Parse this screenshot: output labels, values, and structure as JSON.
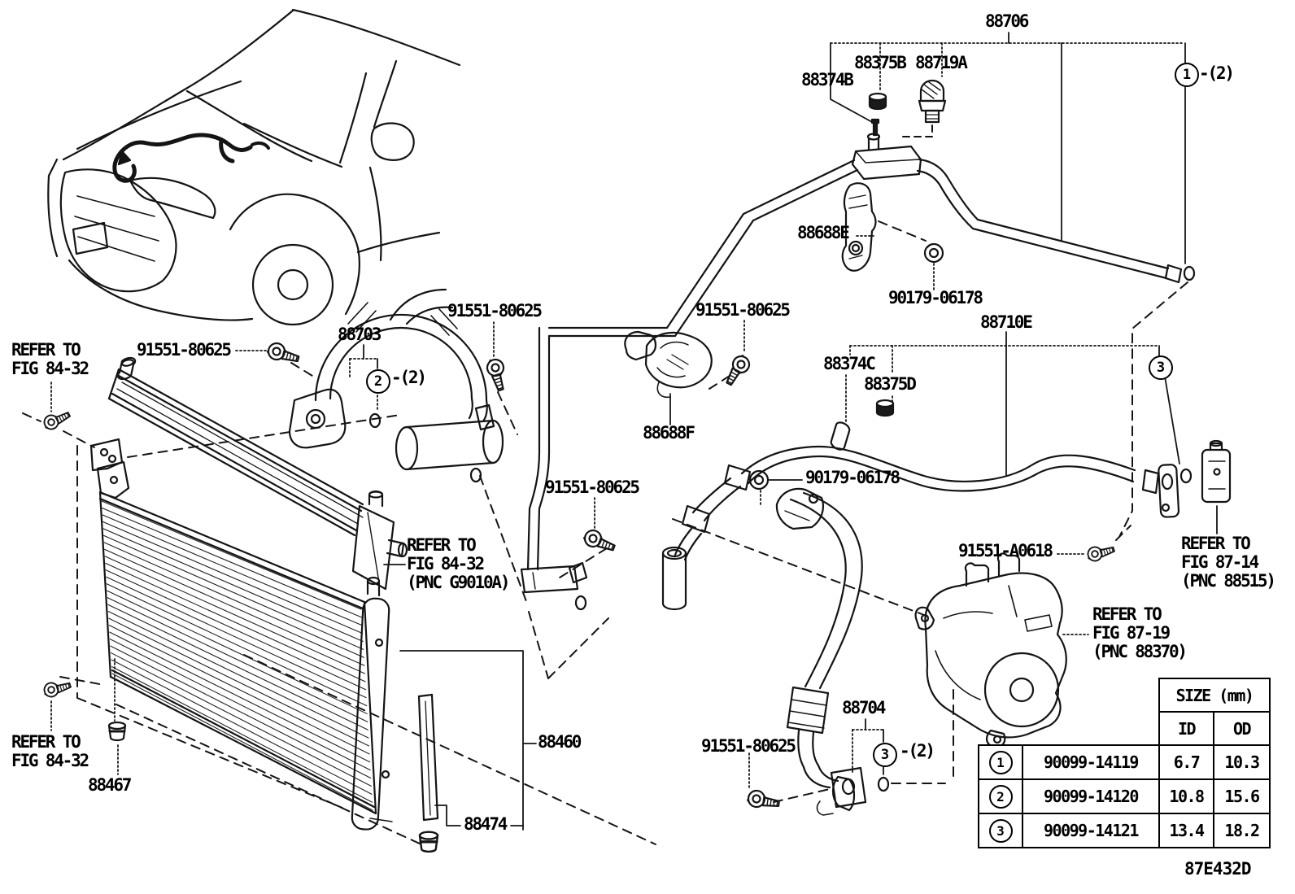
{
  "figure_code": "87E432D",
  "parts": {
    "p88706": "88706",
    "p88375B": "88375B",
    "p88719A": "88719A",
    "p88374B": "88374B",
    "p88688E": "88688E",
    "p90179": "90179-06178",
    "p88710E": "88710E",
    "p91551": "91551-80625",
    "p88703": "88703",
    "p88374C": "88374C",
    "p88375D": "88375D",
    "p88688F": "88688F",
    "p91551A": "91551-A0618",
    "p88460": "88460",
    "p88704": "88704",
    "p88467": "88467",
    "p88474": "88474"
  },
  "callouts": {
    "n1": "1",
    "n2": "2",
    "n3": "3",
    "qty2": "-(2)"
  },
  "references": {
    "top_left": [
      "REFER TO",
      "FIG 84-32"
    ],
    "bottom_left": [
      "REFER TO",
      "FIG 84-32"
    ],
    "g9010a": [
      "REFER TO",
      "FIG 84-32",
      "(PNC G9010A)"
    ],
    "fig8714": [
      "REFER TO",
      "FIG 87-14",
      "(PNC 88515)"
    ],
    "fig8719": [
      "REFER TO",
      "FIG 87-19",
      "(PNC 88370)"
    ]
  },
  "size_table": {
    "title": "SIZE (mm)",
    "col_id": "ID",
    "col_od": "OD",
    "rows": [
      {
        "num": "1",
        "part": "90099-14119",
        "id": "6.7",
        "od": "10.3"
      },
      {
        "num": "2",
        "part": "90099-14120",
        "id": "10.8",
        "od": "15.6"
      },
      {
        "num": "3",
        "part": "90099-14121",
        "id": "13.4",
        "od": "18.2"
      }
    ]
  }
}
